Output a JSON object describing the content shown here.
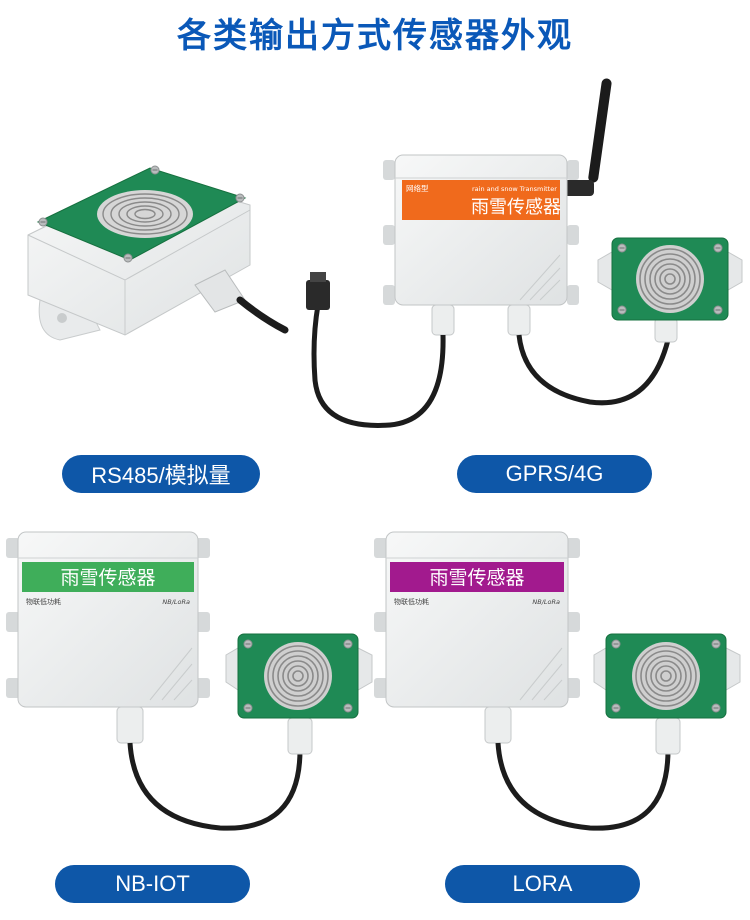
{
  "title": "各类输出方式传感器外观",
  "products": [
    {
      "label": "RS485/模拟量"
    },
    {
      "label": "GPRS/4G",
      "panel_tag": "网络型",
      "panel_en": "rain and snow Transmitter",
      "panel_name": "雨雪传感器",
      "panel_color": "#f06a1c"
    },
    {
      "label": "NB-IOT",
      "panel_name": "雨雪传感器",
      "panel_sub": "物联低功耗",
      "panel_proto": "NB/LoRa",
      "panel_color": "#3fae5a"
    },
    {
      "label": "LORA",
      "panel_name": "雨雪传感器",
      "panel_sub": "物联低功耗",
      "panel_proto": "NB/LoRa",
      "panel_color": "#a21a8e"
    }
  ],
  "colors": {
    "accent": "#0e57a8",
    "title": "#0a58b8",
    "sensor_board": "#1f8a55"
  }
}
